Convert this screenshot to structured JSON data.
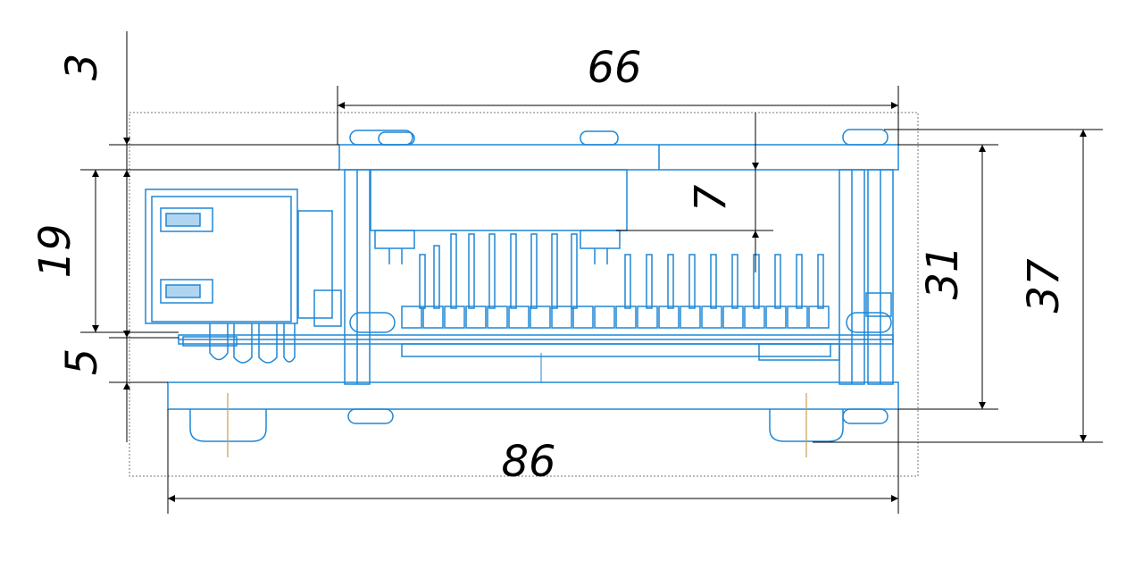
{
  "dimensions": {
    "top_width": "66",
    "bottom_width": "86",
    "top_gap": "3",
    "connector_height": "19",
    "bottom_gap": "5",
    "standoff_height": "7",
    "board_stack_height": "31",
    "overall_height": "37"
  },
  "colors": {
    "model_lines": "#1f87d6",
    "dimension_lines": "#000000",
    "bounding_box": "#666666",
    "center_marks": "#c8a050"
  }
}
